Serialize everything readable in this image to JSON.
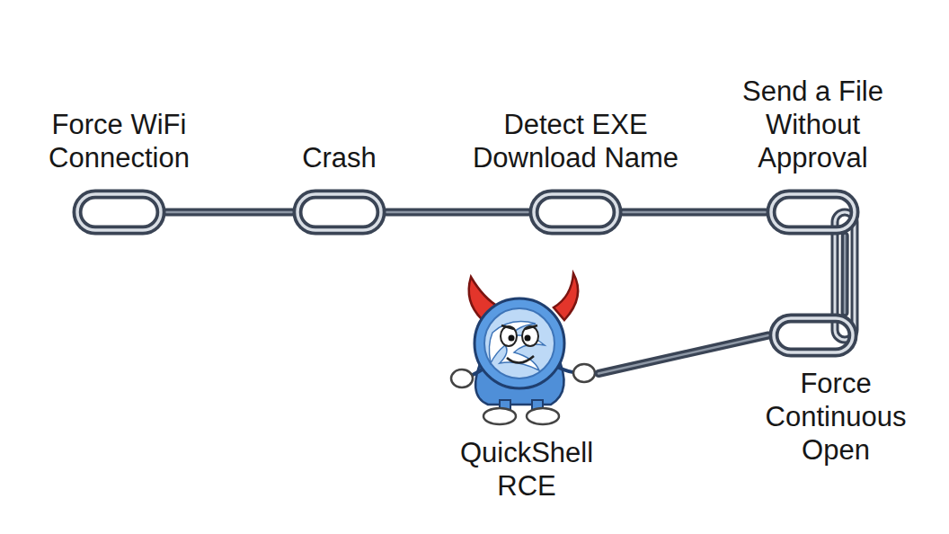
{
  "diagram": {
    "nodes": [
      {
        "text": [
          "Force WiFi Connection"
        ]
      },
      {
        "text": [
          "Crash"
        ]
      },
      {
        "text": [
          "Detect EXE Download Name"
        ]
      },
      {
        "text": [
          "Send a File Without Approval"
        ]
      },
      {
        "text": [
          "Force Continuous Open"
        ]
      },
      {
        "text": [
          "QuickShell RCE"
        ]
      }
    ],
    "edges": [
      {
        "from": 0,
        "to": 1,
        "arrow": "none"
      },
      {
        "from": 1,
        "to": 2,
        "arrow": "none"
      },
      {
        "from": 2,
        "to": 3,
        "arrow": "none"
      },
      {
        "from": 3,
        "to": 4,
        "arrow": "none"
      },
      {
        "from": 4,
        "to": 5,
        "arrow": "none"
      }
    ]
  }
}
